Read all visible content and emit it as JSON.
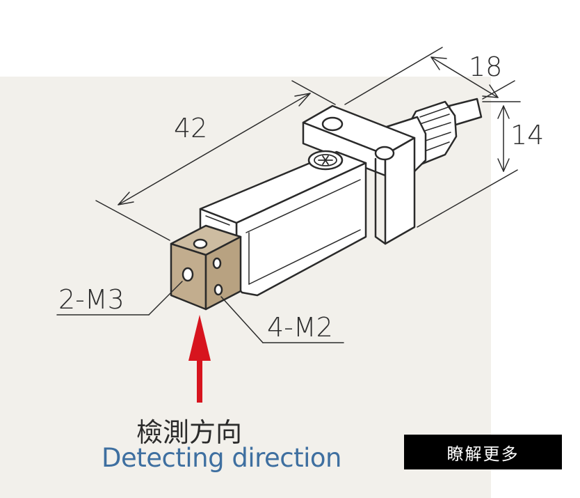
{
  "dimensions": {
    "length": "42",
    "width": "18",
    "height": "14"
  },
  "callouts": {
    "tap_front": "2-M3",
    "tap_side": "4-M2"
  },
  "detection": {
    "label_cn": "檢測方向",
    "label_en": "Detecting direction",
    "arrow_color": "#d7141e"
  },
  "learn_more": {
    "label": "瞭解更多"
  },
  "colors": {
    "panel_bg": "#f2f0eb",
    "body": "#ffffff",
    "tip_block": "#c8b69a",
    "line": "#2a2a2a",
    "english_text": "#3e6fa0"
  }
}
